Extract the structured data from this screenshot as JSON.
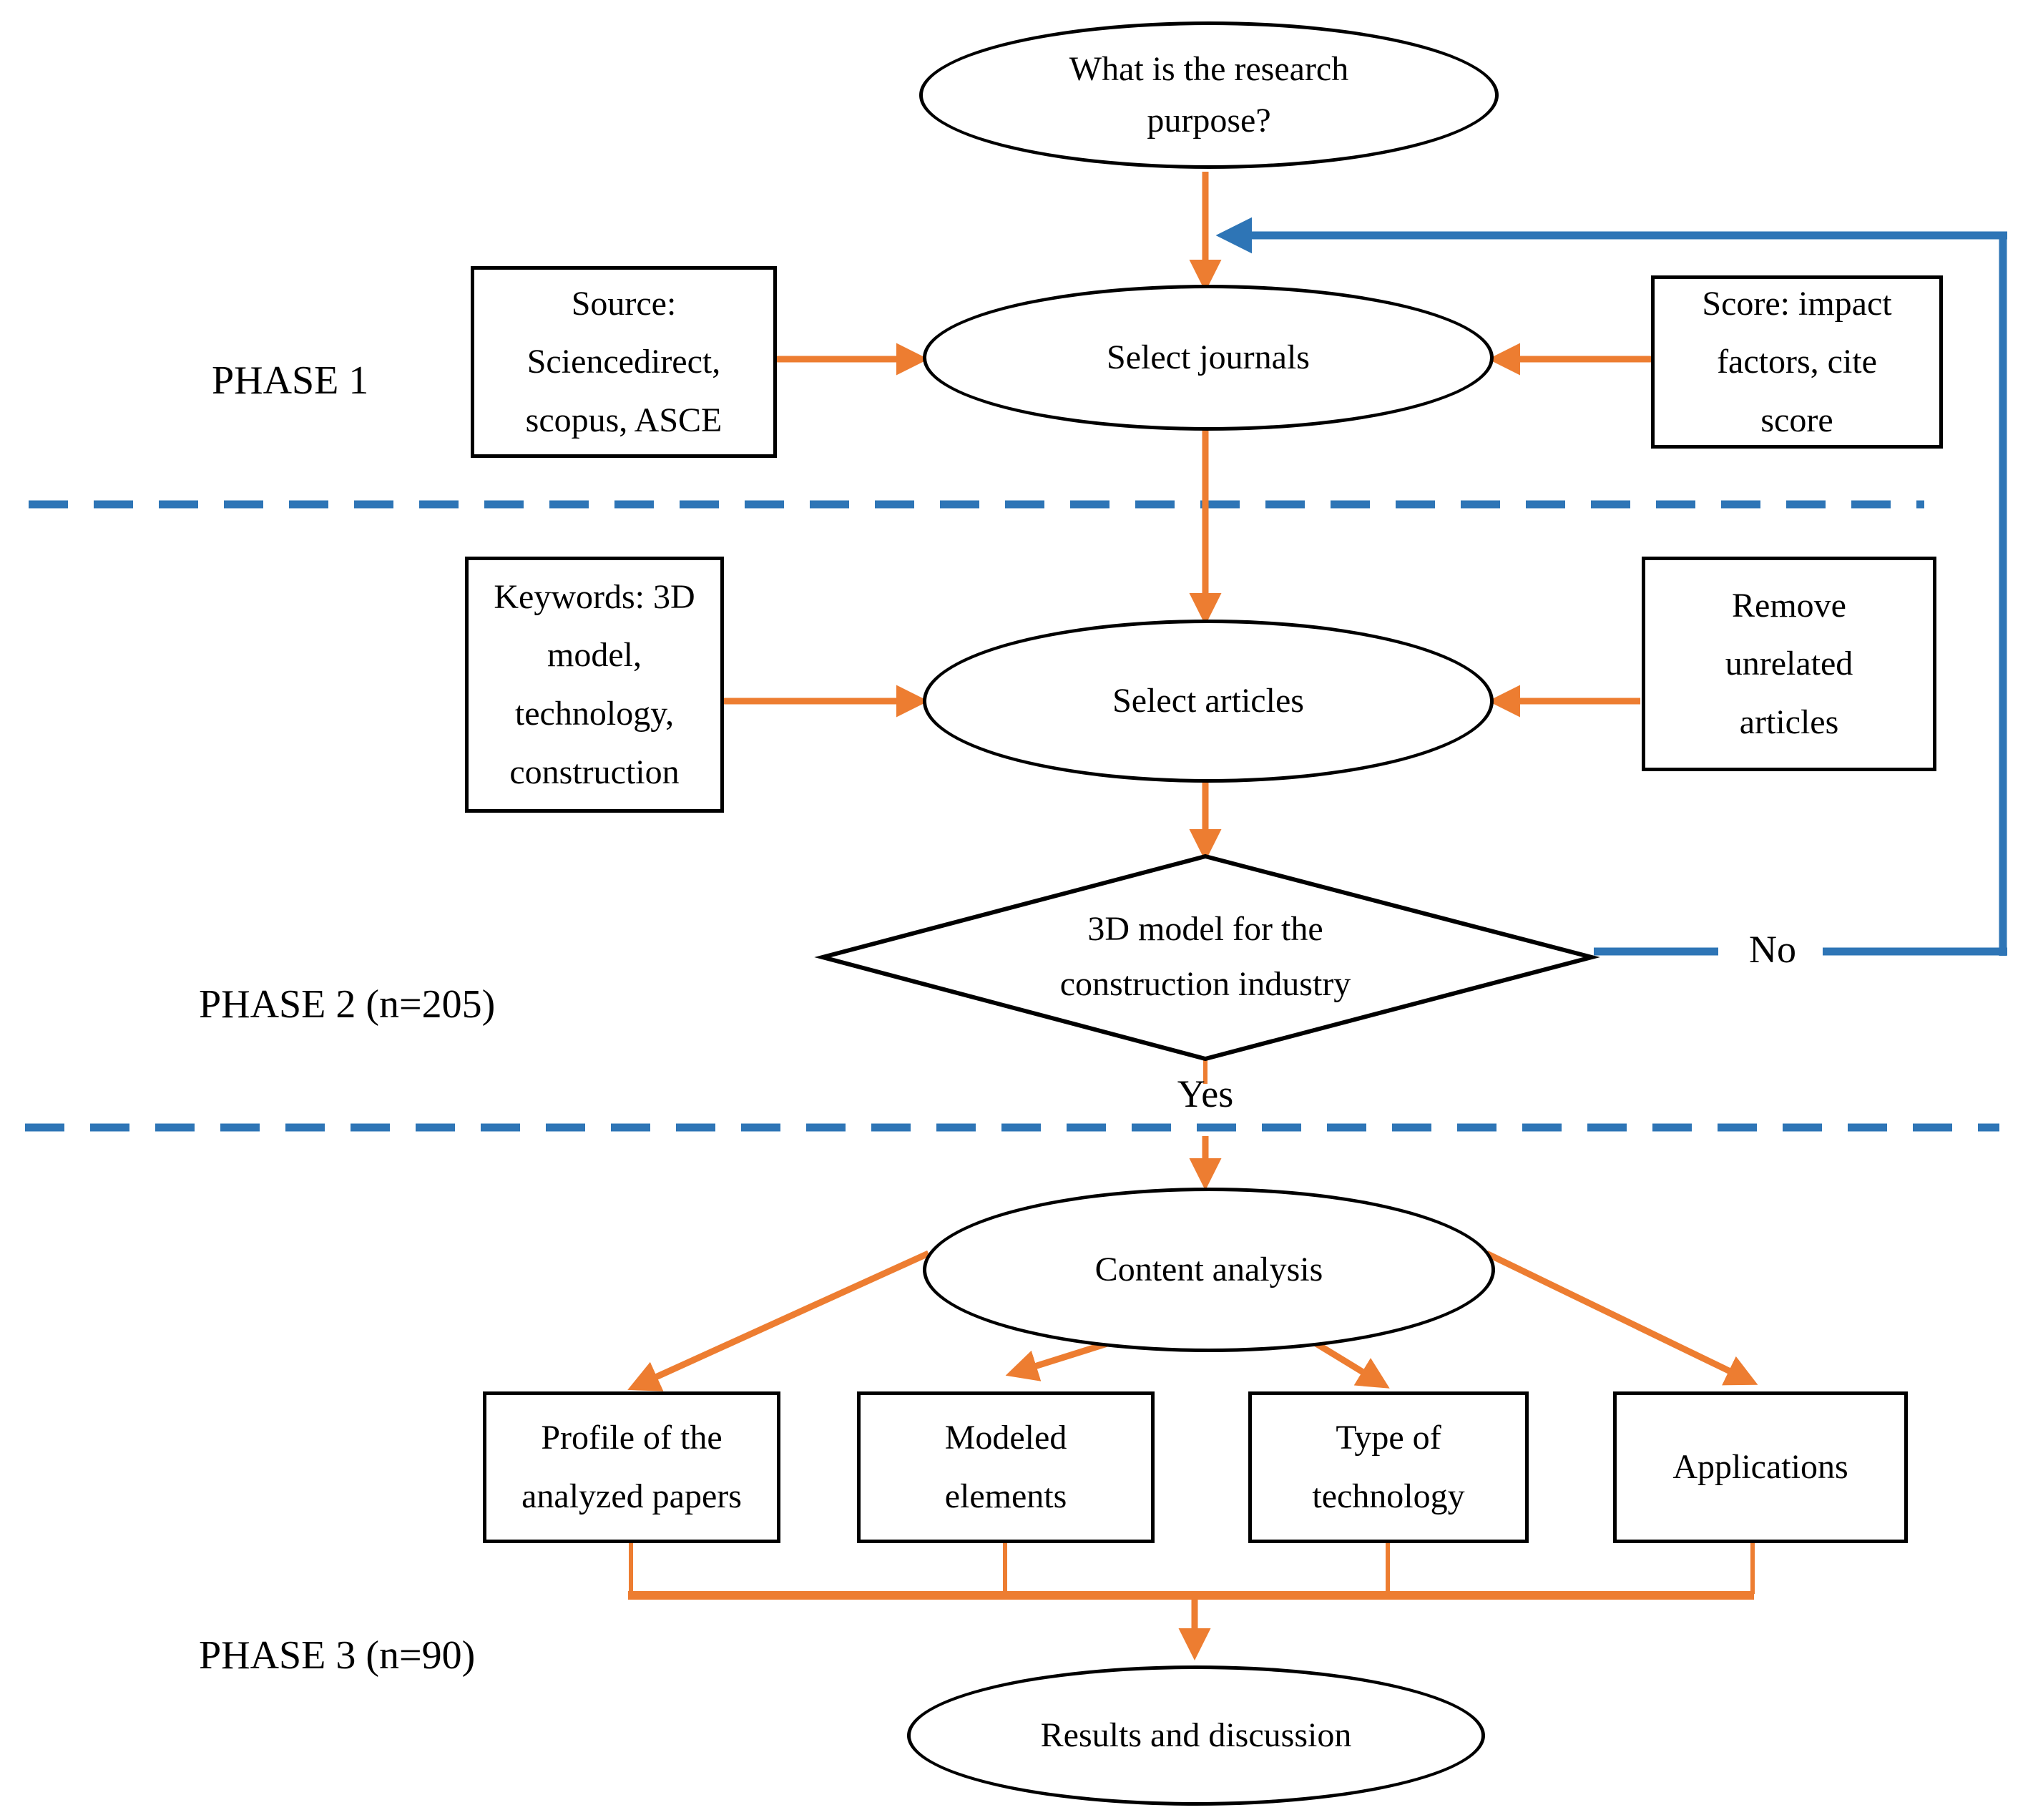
{
  "diagram": {
    "nodes": {
      "research_purpose": "What is the research purpose?",
      "source_box": [
        "Source:",
        "Sciencedirect,",
        "scopus, ASCE"
      ],
      "select_journals": "Select journals",
      "score_box": [
        "Score: impact",
        "factors, cite",
        "score"
      ],
      "keywords_box": [
        "Keywords: 3D",
        "model,",
        "technology,",
        "construction"
      ],
      "select_articles": "Select articles",
      "remove_box": [
        "Remove",
        "unrelated",
        "articles"
      ],
      "decision": [
        "3D model for the",
        "construction industry"
      ],
      "content_analysis": "Content analysis",
      "profile_box": [
        "Profile of the",
        "analyzed papers"
      ],
      "modeled_box": [
        "Modeled",
        "elements"
      ],
      "technology_box": [
        "Type of",
        "technology"
      ],
      "applications_box": "Applications",
      "results": "Results and discussion"
    },
    "labels": {
      "phase1": "PHASE 1",
      "phase2": "PHASE 2 (n=205)",
      "phase3": "PHASE 3 (n=90)",
      "yes": "Yes",
      "no": "No"
    },
    "colors": {
      "arrow_orange": "#ED7D31",
      "line_blue": "#2E75B6",
      "shape_border": "#000000"
    }
  }
}
